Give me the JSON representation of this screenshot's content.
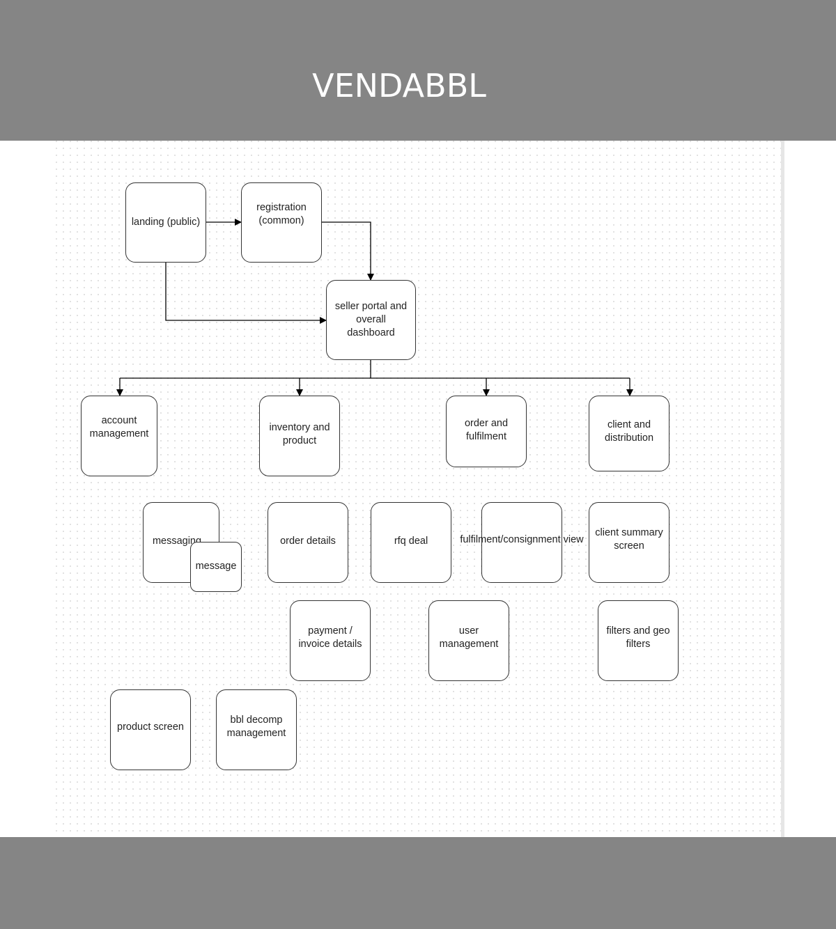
{
  "header": {
    "title": "VENDABBL"
  },
  "colors": {
    "bar": "#858585",
    "node_border": "#333333",
    "line": "#000000",
    "text": "#222222"
  },
  "nodes": {
    "landing": "landing (public)",
    "registration": "registration\n(common)",
    "seller_portal": "seller portal and\noverall\ndashboard",
    "account_management": "account\nmanagement",
    "inventory_product": "inventory and\nproduct",
    "order_fulfilment": "order and\nfulfilment",
    "client_distribution": "client and\ndistribution",
    "messaging": "messaging",
    "message": "message",
    "order_details": "order details",
    "rfq_deal": "rfq deal",
    "fulfilment_view": "fulfilment/consignment\nview",
    "client_summary": "client summary\nscreen",
    "payment_invoice": "payment /\ninvoice details",
    "user_management": "user\nmanagement",
    "filters_geo": "filters and geo\nfilters",
    "product_screen": "product screen",
    "bbl_decomp": "bbl decomp\nmanagement"
  },
  "edges": [
    {
      "from": "landing",
      "to": "registration"
    },
    {
      "from": "registration",
      "to": "seller_portal"
    },
    {
      "from": "landing",
      "to": "seller_portal"
    },
    {
      "from": "seller_portal",
      "to": "account_management"
    },
    {
      "from": "seller_portal",
      "to": "inventory_product"
    },
    {
      "from": "seller_portal",
      "to": "order_fulfilment"
    },
    {
      "from": "seller_portal",
      "to": "client_distribution"
    }
  ]
}
